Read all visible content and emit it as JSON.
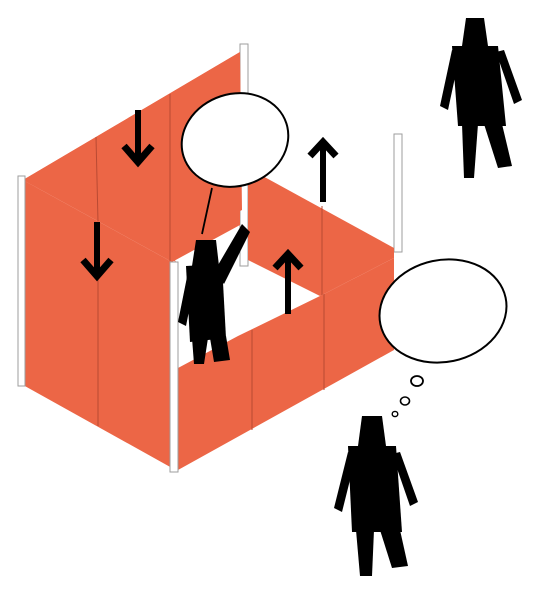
{
  "colors": {
    "panel": "#EC6646",
    "panel_seam": "#B94A33",
    "post_fill": "#FFFFFF",
    "post_stroke": "#9E9E9E",
    "figure": "#000000",
    "bubble_fill": "#FFFFFF",
    "bubble_stroke": "#000000",
    "background": "#FFFFFF"
  },
  "icons": {
    "arrow_down": "arrow-down-icon",
    "arrow_up": "arrow-up-icon",
    "person": "person-icon",
    "speech_bubble": "speech-bubble-icon",
    "thought_bubble": "thought-bubble-icon"
  },
  "arrows": {
    "down_count": 2,
    "up_count": 2
  },
  "figures": {
    "count": 3
  }
}
